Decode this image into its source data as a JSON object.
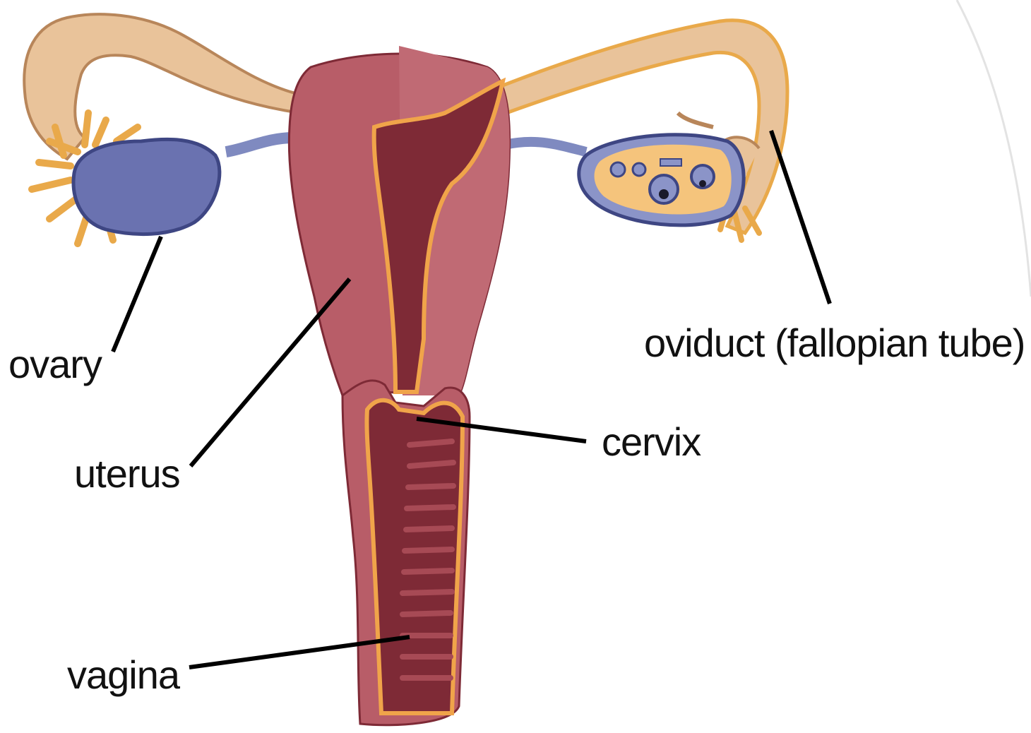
{
  "labels": {
    "ovary": "ovary",
    "uterus": "uterus",
    "vagina": "vagina",
    "oviduct": "oviduct (fallopian tube)",
    "cervix": "cervix"
  },
  "colors": {
    "tube": "#e9c39a",
    "tube_outline": "#b8865a",
    "ovary": "#6a72b0",
    "ovary_outline": "#3e4683",
    "uterus": "#b85d68",
    "uterus_dark": "#7e2a36",
    "lining": "#f0a44a",
    "leader": "#000000"
  }
}
